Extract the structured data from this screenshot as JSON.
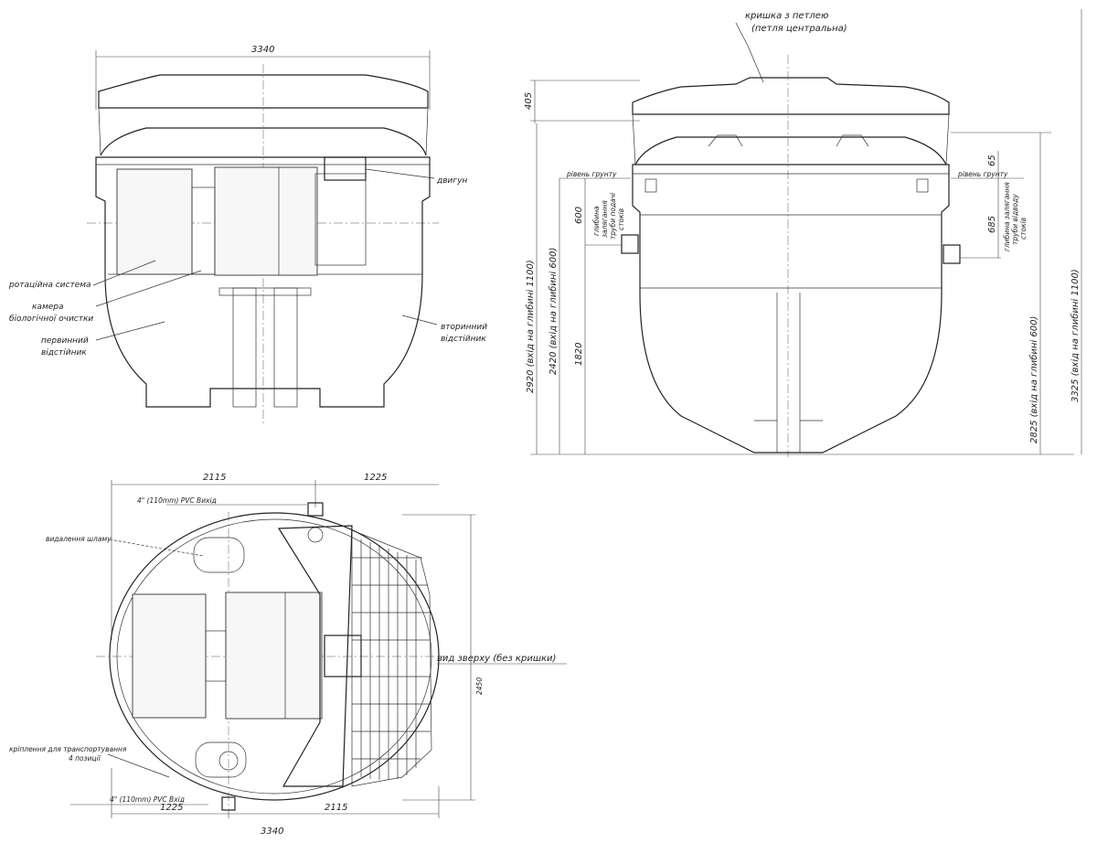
{
  "side_view": {
    "width_dim": "3340",
    "labels": {
      "motor": "двигун",
      "rotation_system": "ротаційна система",
      "bio_chamber_1": "камера",
      "bio_chamber_2": "біологічної очистки",
      "primary_1": "первинний",
      "primary_2": "відстійник",
      "secondary_1": "вторинний",
      "secondary_2": "відстійник"
    }
  },
  "front_view": {
    "lid_1": "кришка з петлею",
    "lid_2": "(петля центральна)",
    "dim_405": "405",
    "dim_65": "65",
    "ground_left": "рівень грунту",
    "ground_right": "рівень грунту",
    "dim_600": "600",
    "inlet_depth": [
      "глибина",
      "залягання",
      "труби подачі",
      "стоків"
    ],
    "dim_685": "685",
    "outlet_depth": [
      "глибина залягання",
      "труби відводу",
      "стоків"
    ],
    "dim_2920": "2920 (вхід на глибині 1100)",
    "dim_2420": "2420 (вхід на глибині 600)",
    "dim_1820": "1820",
    "dim_2825": "2825 (вхід на глибині 600)",
    "dim_3325": "3325 (вхід на глибині 1100)"
  },
  "top_view": {
    "dim_top_left": "2115",
    "dim_top_right": "1225",
    "outlet": "4\" (110mm) PVC Вихід",
    "sludge": "видалення шламу",
    "view_title": "вид зверху (без кришки)",
    "dim_height": "2450",
    "transport_1": "кріплення для транспортування",
    "transport_2": "4 позиції",
    "inlet": "4\" (110mm) PVC Вхід",
    "dim_bottom_left": "1225",
    "dim_bottom_right": "2115",
    "dim_total": "3340"
  }
}
